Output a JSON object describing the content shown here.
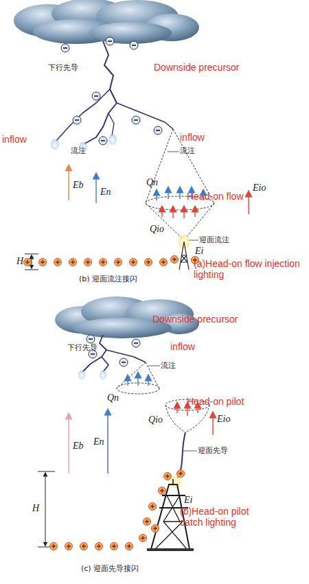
{
  "diagram": {
    "labels": [
      "下行先导",
      "Downside precursor",
      "inflow",
      "流注",
      "inflow",
      "流注",
      "Qn",
      "Eio",
      "Head-on flow",
      "Qio",
      "迎面流注",
      "Eb",
      "En",
      "H",
      "Ei",
      "(a)Head-on flow injection lighting",
      "(b) 迎面流注接闪",
      "Downside precursor",
      "下行先导",
      "inflow",
      "流注",
      "Qn",
      "Head-on pilot",
      "Eio",
      "Qio",
      "迎面先导",
      "Eb",
      "En",
      "H",
      "Ei",
      "(b)Head-on pilot catch lighting",
      "(c) 迎面先导接闪"
    ]
  }
}
